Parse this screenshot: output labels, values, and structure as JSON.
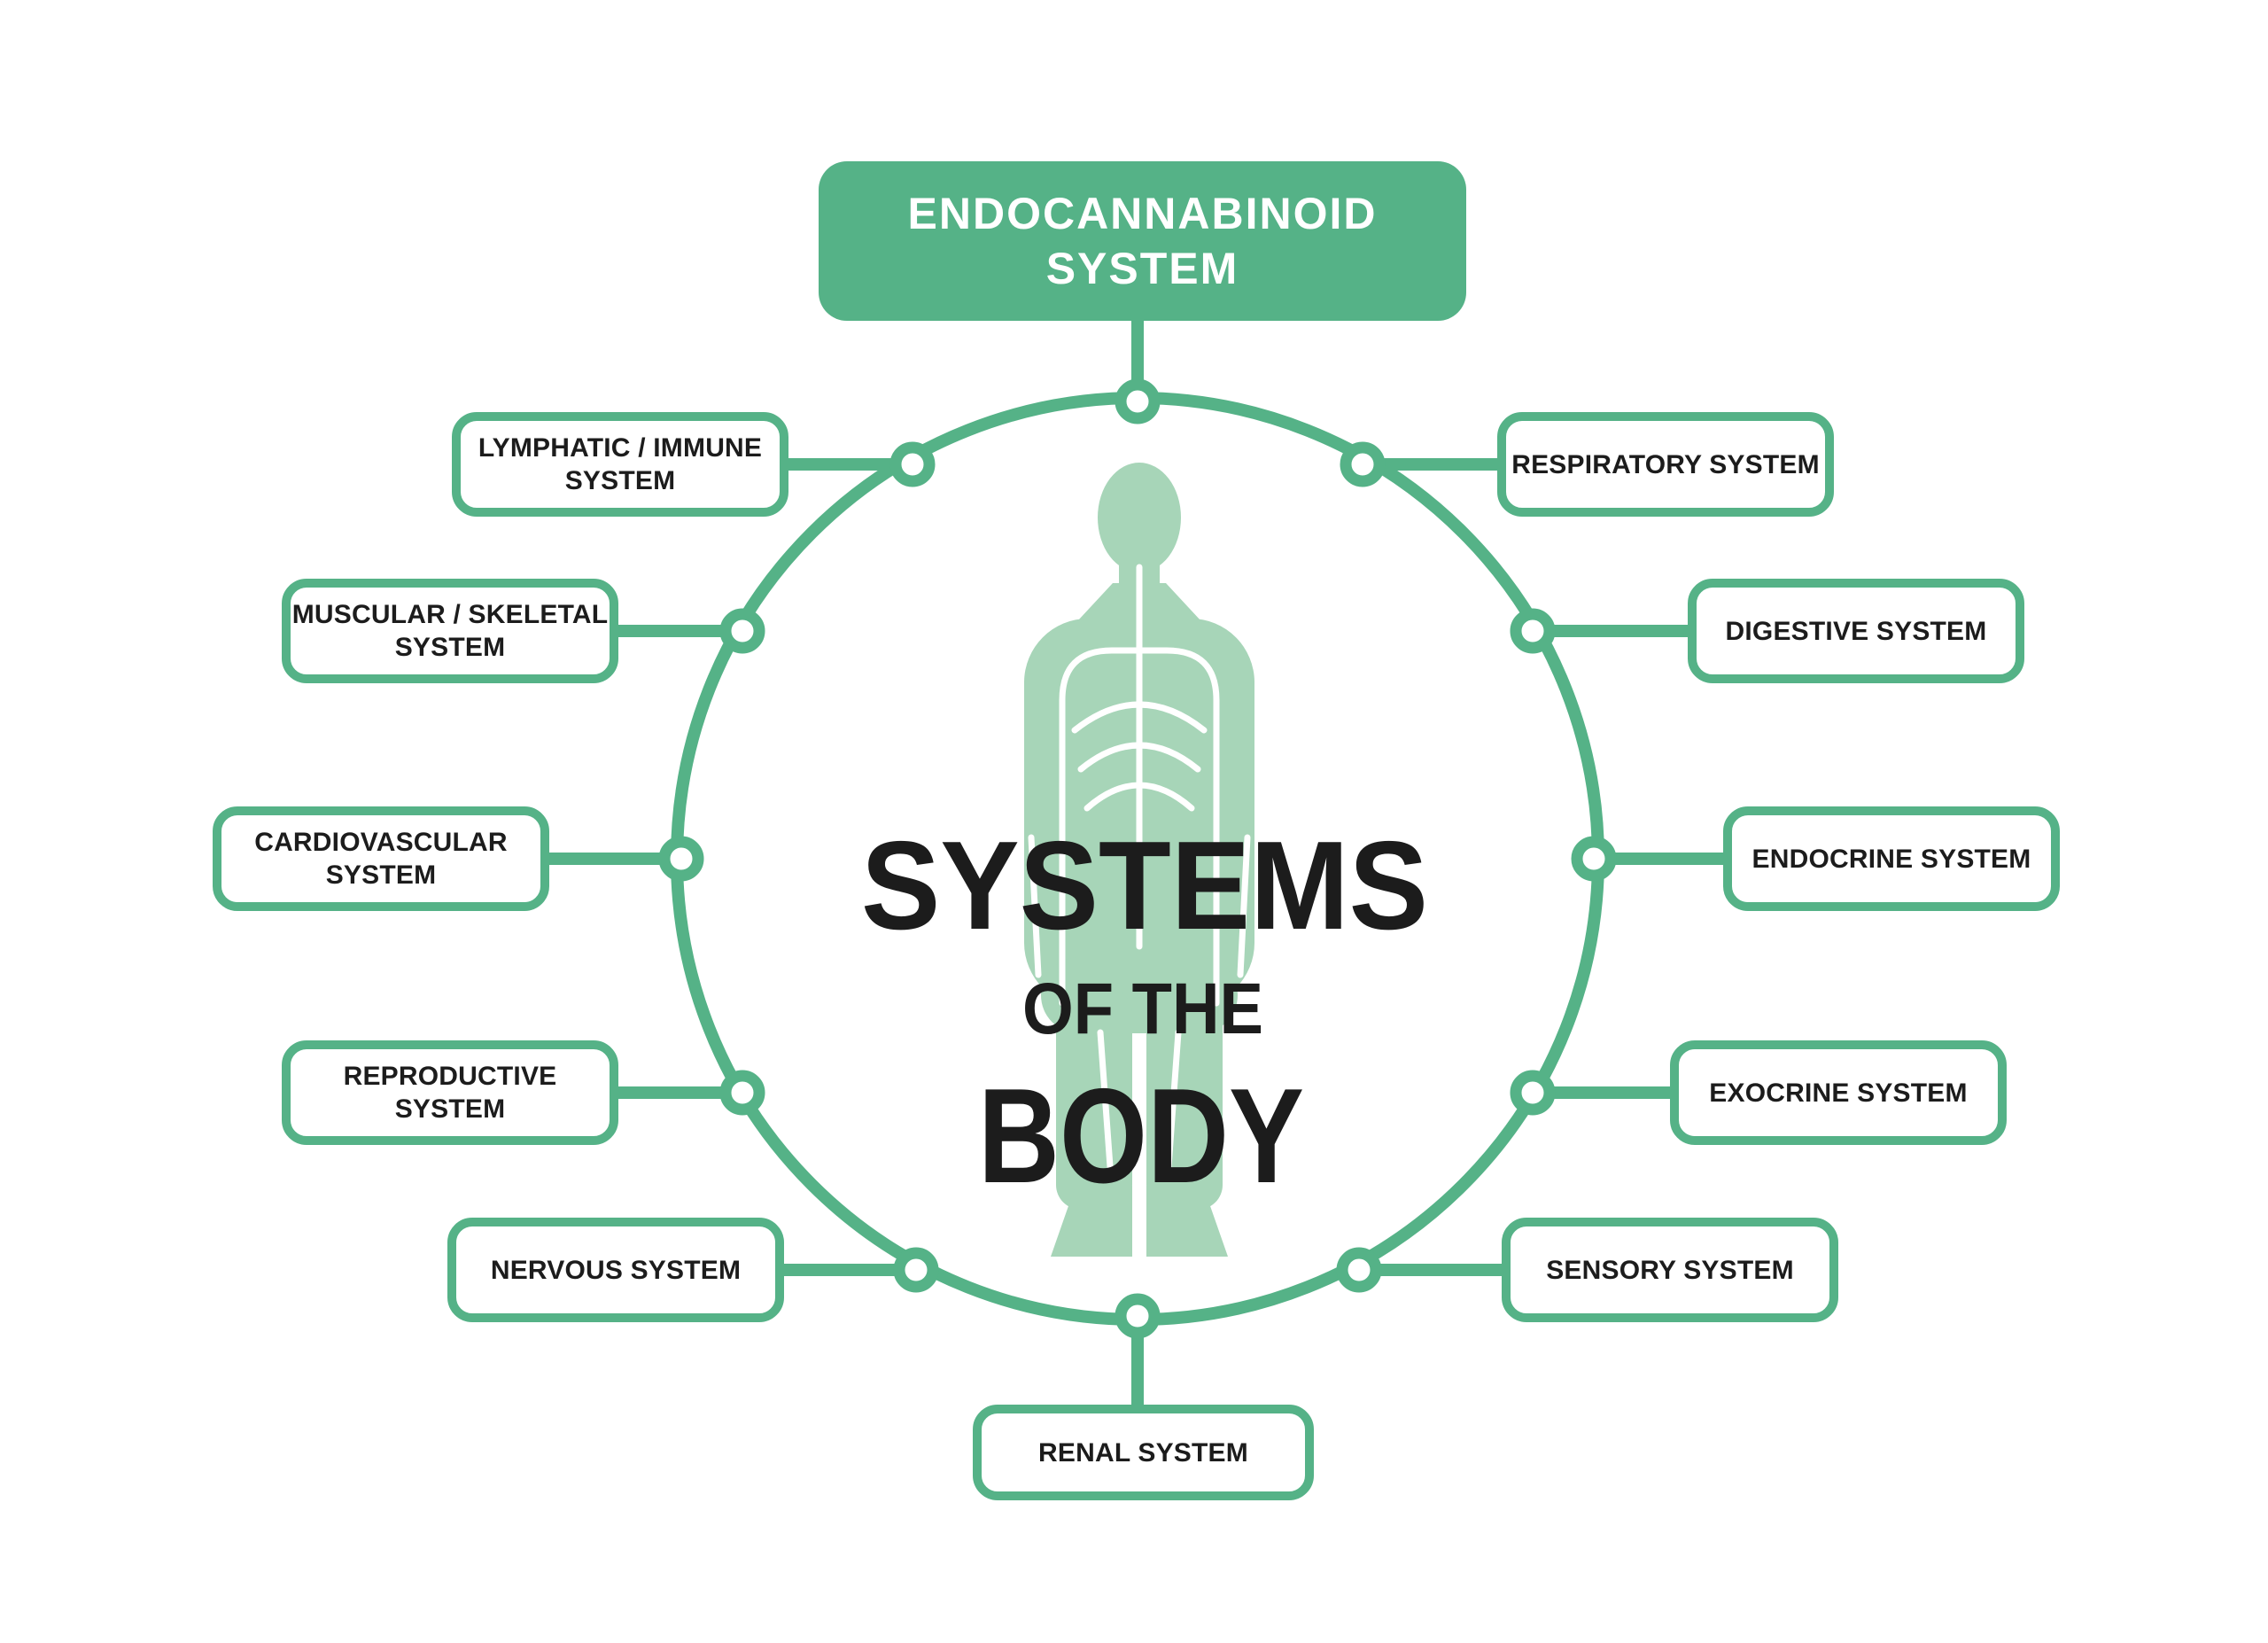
{
  "diagram": {
    "root": {
      "line1": "ENDOCANNABINOID",
      "line2": "SYSTEM"
    },
    "center": {
      "line1": "SYSTEMS",
      "line2": "OF THE",
      "line3": "BODY"
    },
    "left_systems": [
      {
        "line1": "LYMPHATIC / IMMUNE",
        "line2": "SYSTEM"
      },
      {
        "line1": "MUSCULAR / SKELETAL",
        "line2": "SYSTEM"
      },
      {
        "line1": "CARDIOVASCULAR",
        "line2": "SYSTEM"
      },
      {
        "line1": "REPRODUCTIVE",
        "line2": "SYSTEM"
      },
      {
        "line1": "NERVOUS SYSTEM",
        "line2": ""
      }
    ],
    "right_systems": [
      {
        "line1": "RESPIRATORY SYSTEM",
        "line2": ""
      },
      {
        "line1": "DIGESTIVE SYSTEM",
        "line2": ""
      },
      {
        "line1": "ENDOCRINE SYSTEM",
        "line2": ""
      },
      {
        "line1": "EXOCRINE SYSTEM",
        "line2": ""
      },
      {
        "line1": "SENSORY SYSTEM",
        "line2": ""
      }
    ],
    "bottom_system": {
      "line1": "RENAL SYSTEM",
      "line2": ""
    },
    "icons": {
      "human_body": "human-body-silhouette-icon",
      "hub_circle": "circular-hub-ring",
      "node": "connector-node-dot"
    },
    "colors": {
      "green": "#55B287",
      "body_green": "#A7D5B8",
      "text_black": "#1C1C1C",
      "background": "#FFFFFF"
    }
  }
}
